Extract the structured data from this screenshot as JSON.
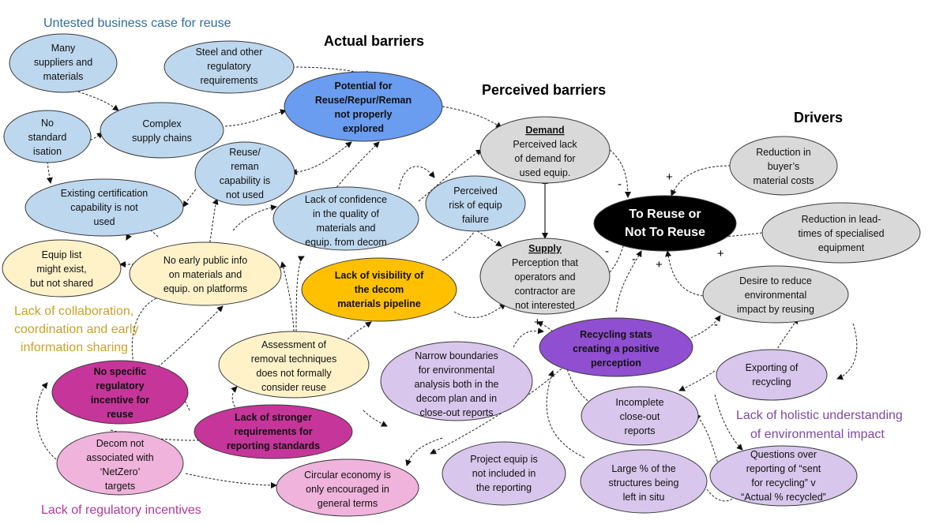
{
  "headings": {
    "actual": "Actual barriers",
    "perceived": "Perceived barriers",
    "drivers": "Drivers"
  },
  "group_labels": {
    "business_case": [
      "Untested business case for reuse"
    ],
    "collaboration": [
      "Lack of collaboration,",
      "coordination and early",
      "information sharing"
    ],
    "regulatory": [
      "Lack of regulatory incentives"
    ],
    "environmental": [
      "Lack of holistic understanding",
      "of environmental impact"
    ]
  },
  "colors": {
    "light_blue": "#bdd7ee",
    "mid_blue": "#6a9cf0",
    "light_yellow": "#fff2c9",
    "orange": "#ffc000",
    "magenta": "#c6359a",
    "light_pink": "#f0b3dc",
    "gray": "#d9d9d9",
    "purple": "#8f4fd0",
    "lavender": "#d8c6ec",
    "black": "#000000",
    "blue_text": "#2f6c9e",
    "gold_text": "#c9a227",
    "pink_text": "#b1389b",
    "purple_text": "#7d4aa7"
  },
  "nodes": {
    "many_suppliers": [
      "Many",
      "suppliers and",
      "materials"
    ],
    "steel_regulatory": [
      "Steel and other",
      "regulatory",
      "requirements"
    ],
    "potential_reuse": [
      "Potential for",
      "Reuse/Repur/Reman",
      "not properly",
      "explored"
    ],
    "no_standardisation": [
      "No",
      "standard",
      "isation"
    ],
    "complex_supply": [
      "Complex",
      "supply chains"
    ],
    "reuse_reman": [
      "Reuse/",
      "reman",
      "capability is",
      "not used"
    ],
    "existing_cert": [
      "Existing certification",
      "capability is not",
      "used"
    ],
    "lack_confidence": [
      "Lack of confidence",
      "in the quality of",
      "materials and",
      "equip. from decom"
    ],
    "demand": [
      "Demand",
      "Perceived lack",
      "of demand for",
      "used equip."
    ],
    "perceived_risk": [
      "Perceived",
      "risk of equip",
      "failure"
    ],
    "reduction_costs": [
      "Reduction in",
      "buyer’s",
      "material costs"
    ],
    "to_reuse": [
      "To Reuse or",
      "Not To Reuse"
    ],
    "reduction_lead": [
      "Reduction in lead-",
      "times of specialised",
      "equipment"
    ],
    "equip_list": [
      "Equip list",
      "might exist,",
      "but not shared"
    ],
    "no_early_info": [
      "No early public info",
      "on materials and",
      "equip. on platforms"
    ],
    "lack_visibility": [
      "Lack of visibility of",
      "the decom",
      "materials pipeline"
    ],
    "supply": [
      "Supply",
      "Perception that",
      "operators and",
      "contractor are",
      "not interested"
    ],
    "desire_reduce": [
      "Desire to reduce",
      "environmental",
      "impact by reusing"
    ],
    "assessment": [
      "Assessment of",
      "removal techniques",
      "does not formally",
      "consider reuse"
    ],
    "narrow_boundaries": [
      "Narrow boundaries",
      "for environmental",
      "analysis both in the",
      "decom plan and in",
      "close-out reports"
    ],
    "recycling_stats": [
      "Recycling stats",
      "creating a positive",
      "perception"
    ],
    "exporting": [
      "Exporting of",
      "recycling"
    ],
    "no_specific_reg": [
      "No specific",
      "regulatory",
      "incentive for",
      "reuse"
    ],
    "lack_stronger": [
      "Lack of stronger",
      "requirements for",
      "reporting standards"
    ],
    "incomplete_closeout": [
      "Incomplete",
      "close-out",
      "reports"
    ],
    "decom_not_assoc": [
      "Decom not",
      "associated with",
      "‘NetZero’",
      "targets"
    ],
    "circular_economy": [
      "Circular economy is",
      "only encouraged in",
      "general terms"
    ],
    "project_equip": [
      "Project equip is",
      "not included in",
      "the reporting"
    ],
    "large_pct": [
      "Large % of the",
      "structures being",
      "left in situ"
    ],
    "questions_over": [
      "Questions over",
      "reporting of “sent",
      "for recycling” v",
      "“Actual % recycled”"
    ]
  },
  "signs": [
    "+",
    "-",
    "-",
    "+",
    "-",
    "-",
    "+",
    "+",
    "-"
  ]
}
